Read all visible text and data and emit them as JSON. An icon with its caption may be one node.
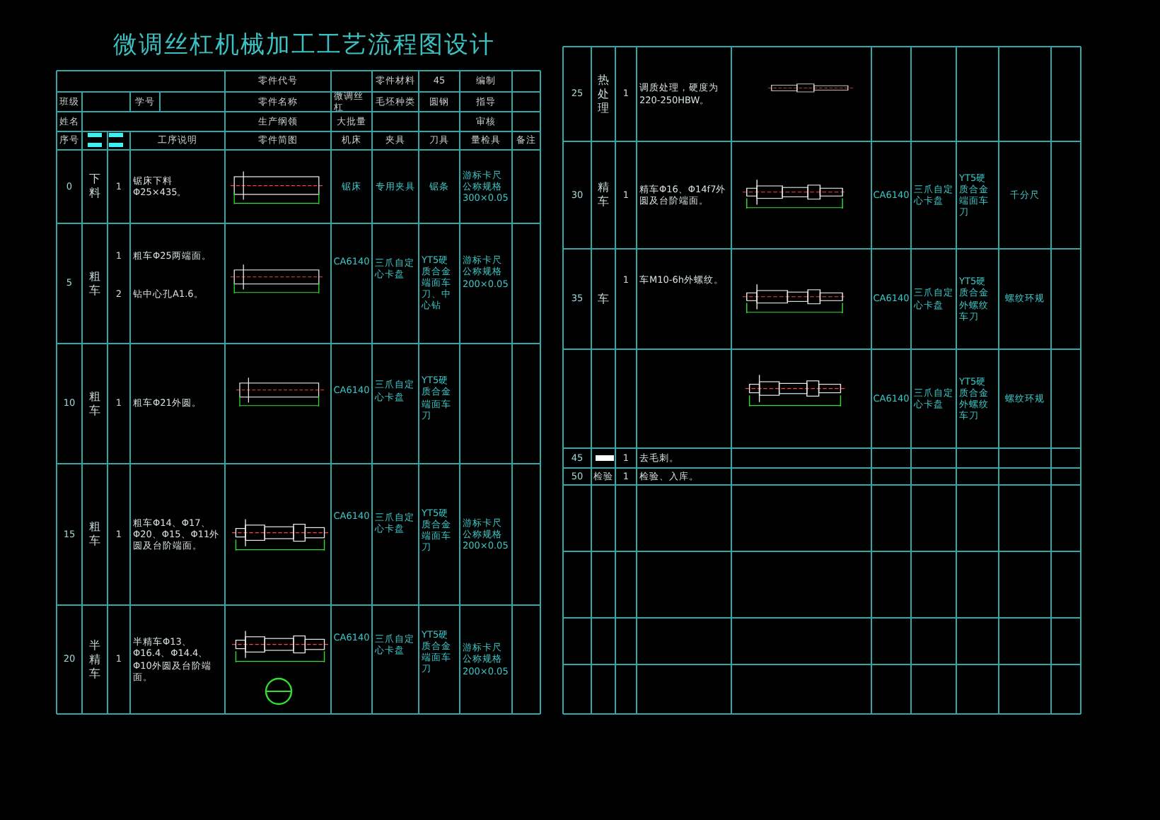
{
  "diagram": {
    "title": "微调丝杠机械加工工艺流程图设计",
    "labels": [
      "零件代号",
      "零件材料",
      "45",
      "编制",
      "班级",
      "学号",
      "零件名称",
      "微调丝杠",
      "毛坯种类",
      "圆钢",
      "指导",
      "姓名",
      "生产纲领",
      "大批量",
      "审核",
      "序号",
      "工序说明",
      "零件简图",
      "机床",
      "夹具",
      "刀具",
      "量检具",
      "备注",
      "0",
      "下料",
      "1",
      "锯床下料Φ25×435。",
      "锯床",
      "专用夹具",
      "锯条",
      "游标卡尺公称规格300×0.05",
      "5",
      "粗车",
      "1",
      "粗车Φ25两端面。",
      "2",
      "钻中心孔A1.6。",
      "CA6140",
      "三爪自定心卡盘",
      "YT5硬质合金端面车刀、中心钻",
      "游标卡尺公称规格200×0.05",
      "10",
      "粗车",
      "1",
      "粗车Φ21外圆。",
      "CA6140",
      "三爪自定心卡盘",
      "YT5硬质合金端面车刀",
      "15",
      "粗车",
      "1",
      "粗车Φ14、Φ17、Φ20、Φ15、Φ11外圆及台阶端面。",
      "CA6140",
      "三爪自定心卡盘",
      "YT5硬质合金端面车刀",
      "游标卡尺公称规格200×0.05",
      "20",
      "半精车",
      "1",
      "半精车Φ13、Φ16.4、Φ14.4、Φ10外圆及台阶端面。",
      "CA6140",
      "三爪自定心卡盘",
      "YT5硬质合金端面车刀",
      "游标卡尺公称规格200×0.05",
      "25",
      "热处理",
      "1",
      "调质处理，硬度为220-250HBW。",
      "30",
      "精车",
      "1",
      "精车Φ16、Φ14f7外圆及台阶端面。",
      "CA6140",
      "三爪自定心卡盘",
      "YT5硬质合金端面车刀",
      "千分尺",
      "35",
      "车",
      "1",
      "车M10-6h外螺纹。",
      "CA6140",
      "三爪自定心卡盘",
      "YT5硬质合金外螺纹车刀",
      "螺纹环规",
      "CA6140",
      "三爪自定心卡盘",
      "YT5硬质合金外螺纹车刀",
      "螺纹环规",
      "45",
      "1",
      "去毛刺。",
      "50",
      "检验",
      "1",
      "检验、入库。"
    ]
  }
}
